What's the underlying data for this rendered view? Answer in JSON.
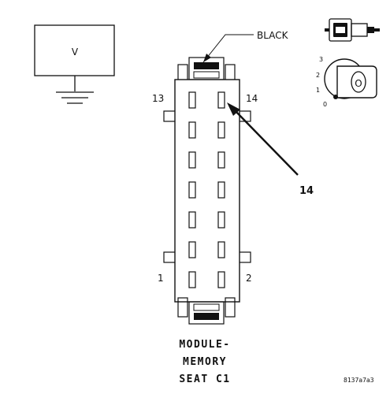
{
  "meter": {
    "label": "V"
  },
  "wire_color": {
    "label": "BLACK"
  },
  "connector": {
    "pin_labels": {
      "top_left": "13",
      "top_right": "14",
      "bottom_left": "1",
      "bottom_right": "2"
    },
    "pin_rows": 7,
    "highlighted_pin": 14
  },
  "callout": {
    "label": "14"
  },
  "ignition": {
    "positions": [
      "3",
      "2",
      "1",
      "0"
    ],
    "key_label": "O"
  },
  "caption": {
    "line1": "MODULE-",
    "line2": "MEMORY",
    "line3": "SEAT C1"
  },
  "reference_code": "8137a7a3",
  "icons": [
    "voltmeter-icon",
    "ground-symbol-icon",
    "connector-icon",
    "ignition-key-icon"
  ]
}
